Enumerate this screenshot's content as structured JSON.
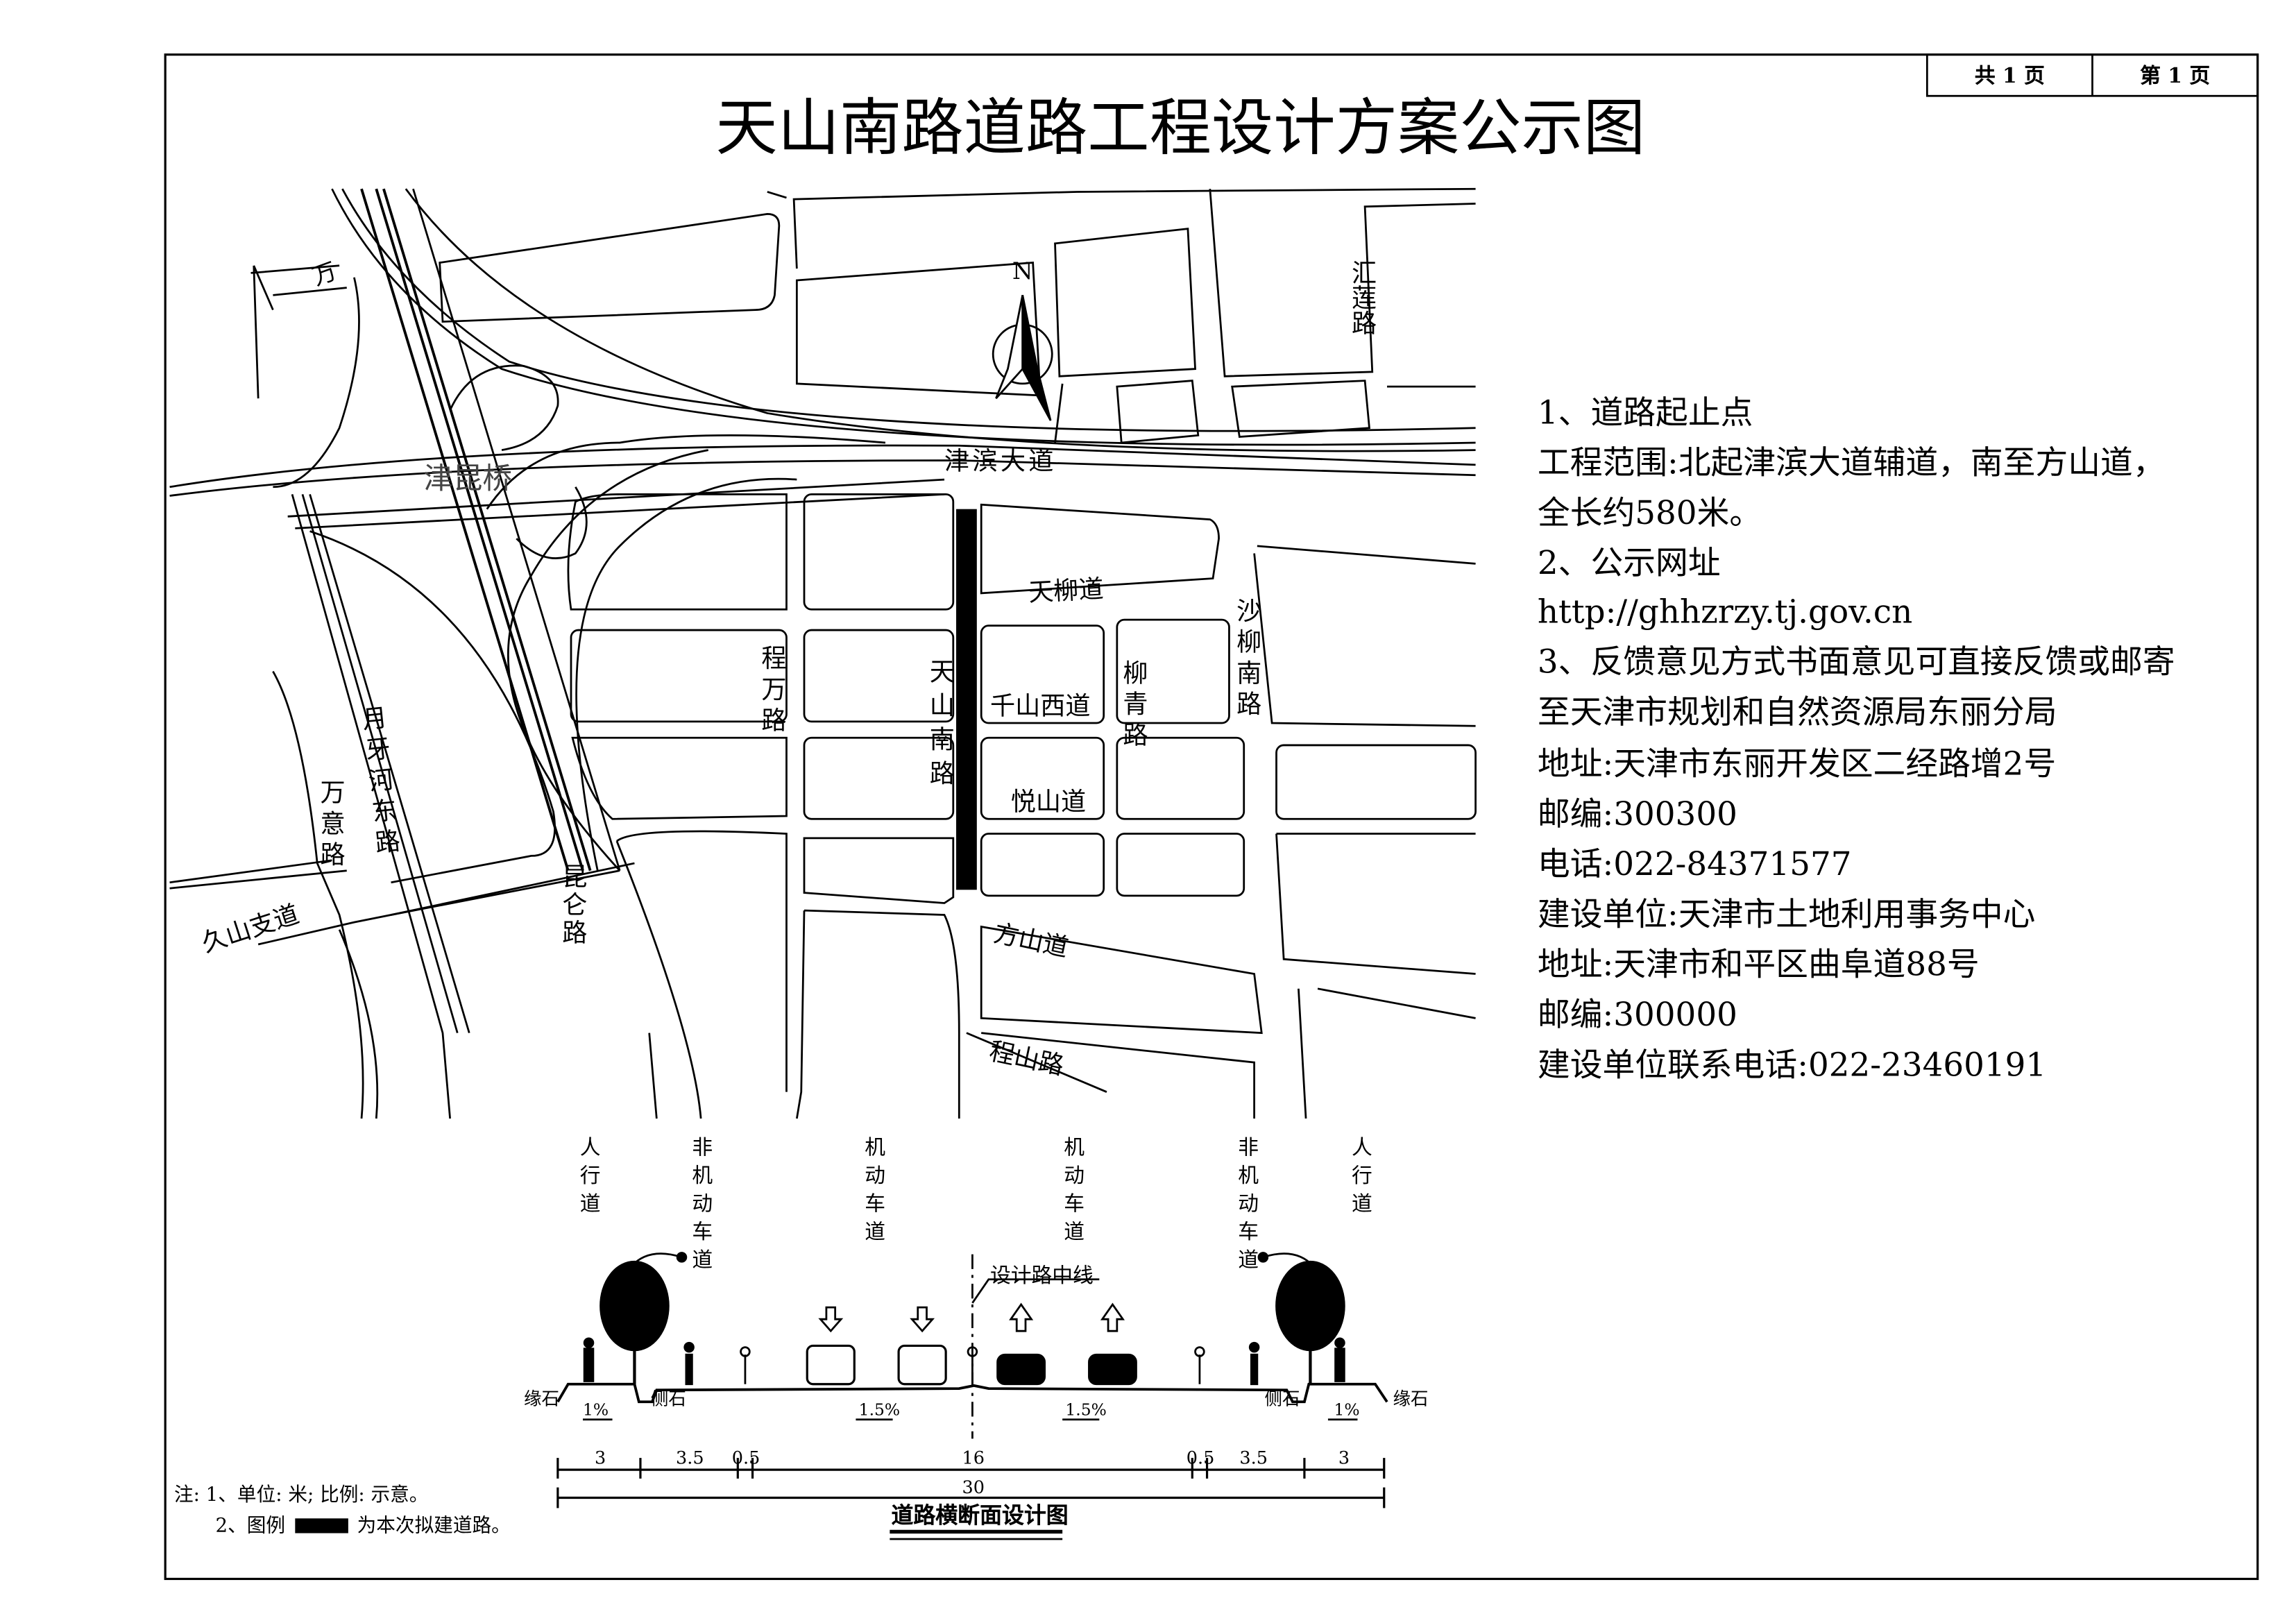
{
  "title": "天山南路道路工程设计方案公示图",
  "page_box": {
    "total": "共 1 页",
    "current": "第 1 页"
  },
  "map": {
    "north": "N",
    "labels": {
      "wan": "万",
      "jinkun_bridge": "津昆桥",
      "jinbin_avenue": "津滨大道",
      "tianliu": "天柳道",
      "huilian": "汇莲路",
      "shaliu_south": "沙柳南路",
      "chengwan": "程万路",
      "tianshan_south": "天山南路",
      "qianshan_west": "千山西道",
      "liuqing": "柳青路",
      "yueshan": "悦山道",
      "yueyahe_east": "月牙河东路",
      "wanyi": "万意路",
      "jiushan_branch": "久山支道",
      "kunlun": "昆仑路",
      "fangshan": "方山道",
      "chengshan": "程山路"
    }
  },
  "info": [
    "1、道路起止点",
    "工程范围:北起津滨大道辅道，南至方山道，",
    "全长约580米。",
    "2、公示网址",
    "http://ghhzrzy.tj.gov.cn",
    "3、反馈意见方式书面意见可直接反馈或邮寄",
    "至天津市规划和自然资源局东丽分局",
    "地址:天津市东丽开发区二经路增2号",
    "邮编:300300",
    "电话:022-84371577",
    "建设单位:天津市土地利用事务中心",
    "地址:天津市和平区曲阜道88号",
    "邮编:300000",
    "建设单位联系电话:022-23460191"
  ],
  "cross_section": {
    "title": "道路横断面设计图",
    "lane_labels": [
      "人行道",
      "非机动车道",
      "机动车道",
      "机动车道",
      "非机动车道",
      "人行道"
    ],
    "centerline": "设计路中线",
    "curb_outer": "缘石",
    "curb_side": "侧石",
    "slopes": [
      "1%",
      "1.5%",
      "1.5%",
      "1%"
    ],
    "widths": [
      "3",
      "3.5",
      "0.5",
      "16",
      "0.5",
      "3.5",
      "3"
    ],
    "total_width": "30"
  },
  "notes": {
    "line1": "注: 1、单位: 米; 比例: 示意。",
    "line2_prefix": "2、图例",
    "line2_suffix": "为本次拟建道路。"
  }
}
